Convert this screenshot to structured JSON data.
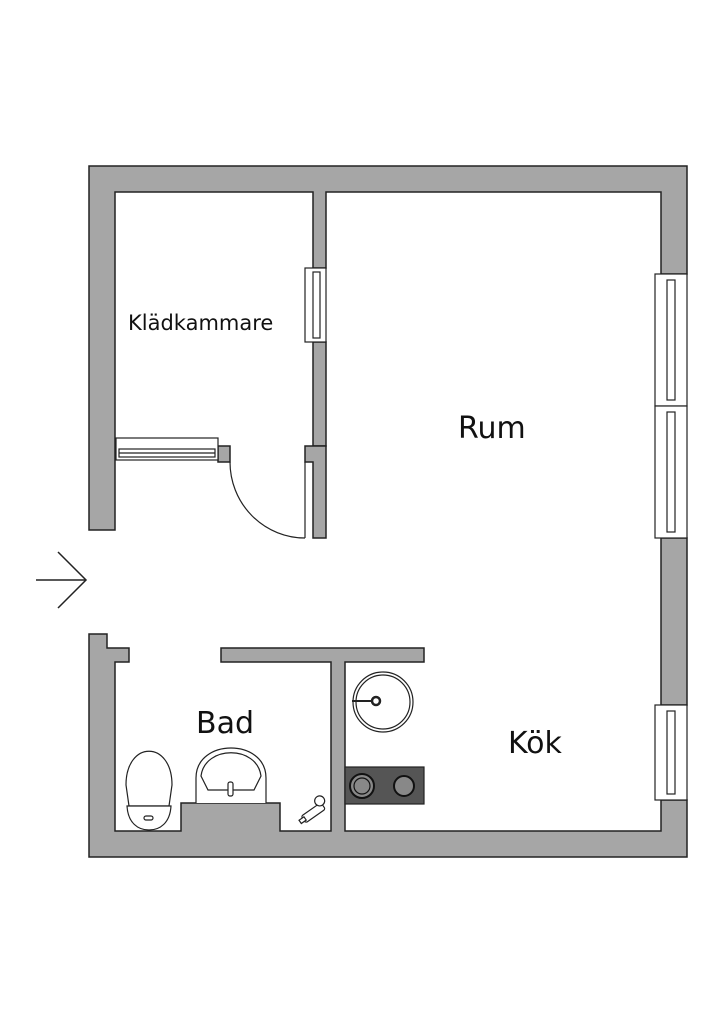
{
  "rooms": {
    "closet": "Klädkammare",
    "room": "Rum",
    "bath": "Bad",
    "kitchen": "Kök"
  },
  "colors": {
    "wall": "#a6a6a6",
    "line": "#222222",
    "stove": "#555555"
  },
  "icons": {
    "entrance": "arrow-right-icon"
  }
}
